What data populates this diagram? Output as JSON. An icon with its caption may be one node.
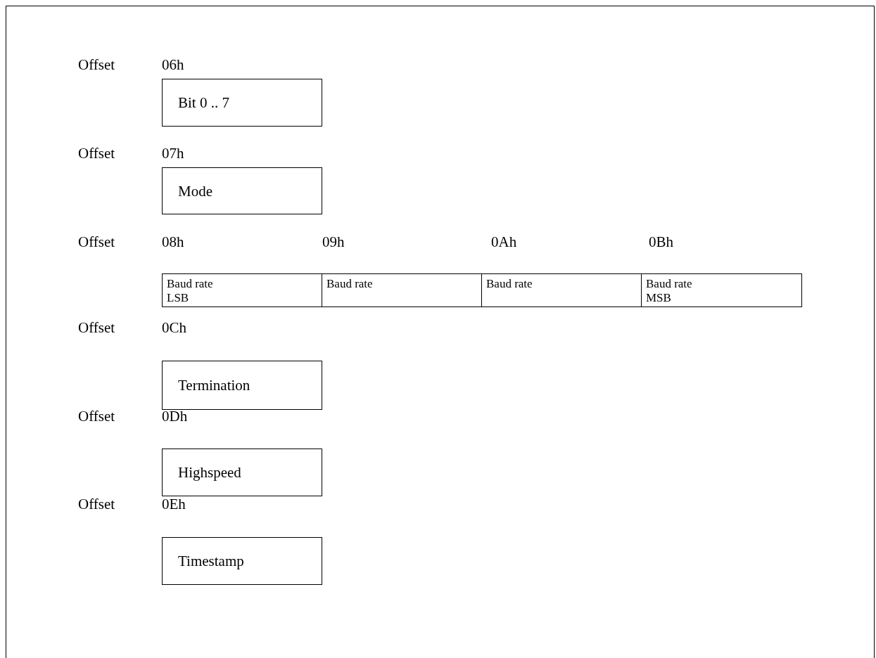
{
  "diagram": {
    "nodes": [
      {
        "text": [
          "Bit 0 .. 7"
        ]
      },
      {
        "text": [
          "Mode"
        ]
      },
      {
        "text": [
          "Baud rate LSB"
        ]
      },
      {
        "text": [
          "Baud rate"
        ]
      },
      {
        "text": [
          "Baud rate"
        ]
      },
      {
        "text": [
          "Baud rate MSB"
        ]
      },
      {
        "text": [
          "Termination"
        ]
      },
      {
        "text": [
          "Highspeed"
        ]
      },
      {
        "text": [
          "Timestamp"
        ]
      }
    ],
    "labels": [
      "Offset",
      "06h",
      "Offset",
      "07h",
      "Offset",
      "08h",
      "09h",
      "0Ah",
      "0Bh",
      "Offset",
      "0Ch",
      "Offset",
      "0Dh",
      "Offset",
      "0Eh"
    ]
  }
}
